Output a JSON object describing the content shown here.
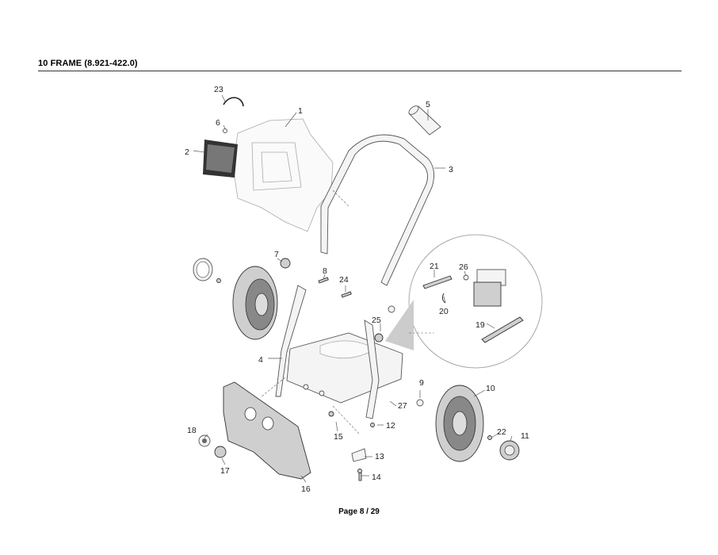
{
  "header": {
    "title": "10 FRAME (8.921-422.0)"
  },
  "footer": {
    "page_label": "Page 8 / 29"
  },
  "diagram": {
    "callouts": [
      "1",
      "2",
      "3",
      "4",
      "5",
      "6",
      "7",
      "8",
      "9",
      "10",
      "11",
      "12",
      "13",
      "14",
      "15",
      "16",
      "17",
      "18",
      "19",
      "20",
      "21",
      "22",
      "23",
      "24",
      "25",
      "26",
      "27"
    ]
  }
}
